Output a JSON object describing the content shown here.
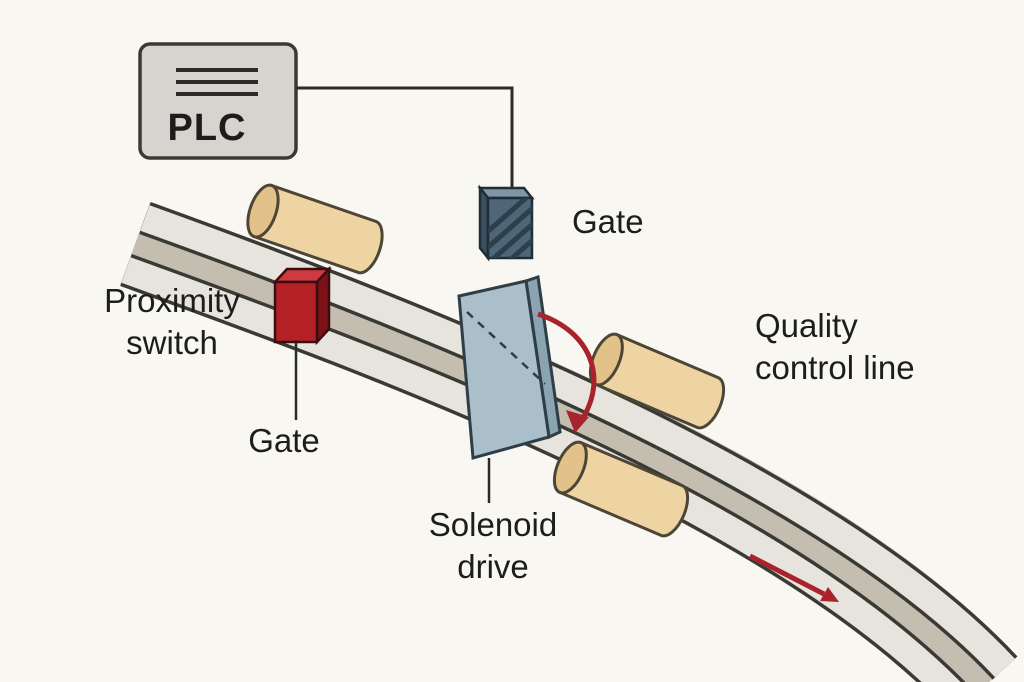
{
  "diagram": "plc-sorting-gate-conveyor",
  "labels": {
    "plc": "PLC",
    "gate_top": "Gate",
    "proximity_line1": "Proximity",
    "proximity_line2": "switch",
    "gate_bottom": "Gate",
    "solenoid_line1": "Solenoid",
    "solenoid_line2": "drive",
    "quality_line1": "Quality",
    "quality_line2": "control line"
  },
  "colors": {
    "background": "#f9f7f2",
    "text": "#1d1d1b",
    "outline": "#3a3a35",
    "wire": "#2b2b28",
    "conveyor_rail": "#e7e4dd",
    "conveyor_gap": "#c4beb0",
    "roller_body": "#eed4a3",
    "roller_cap": "#e2c289",
    "plc_fill": "#d7d4d0",
    "gate_block_fill": "#4e6678",
    "gate_block_top": "#7e96a5",
    "gate_block_side": "#3a505f",
    "proximity_fill": "#b32025",
    "proximity_top": "#cf3a40",
    "proximity_side": "#7c1217",
    "solenoid_fill": "#abbfca",
    "solenoid_side": "#8ba4b1",
    "arrow_red": "#a8232b"
  },
  "icons": {
    "plc_display_lines": "three-horizontal-lines"
  }
}
